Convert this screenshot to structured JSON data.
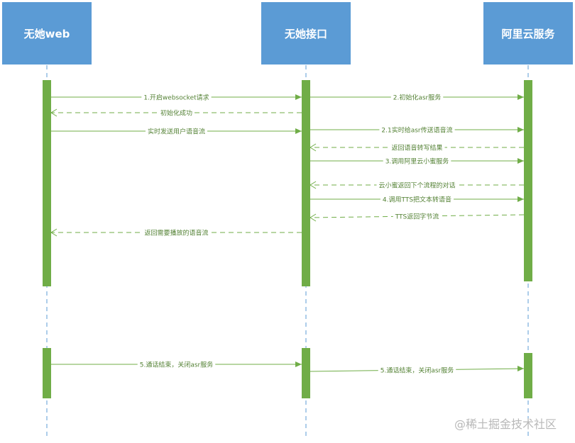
{
  "participants": [
    {
      "id": "web",
      "label": "无她web"
    },
    {
      "id": "api",
      "label": "无她接口"
    },
    {
      "id": "ali",
      "label": "阿里云服务"
    }
  ],
  "messages": [
    {
      "from": "web",
      "to": "api",
      "label": "1.开启websocket请求",
      "style": "solid"
    },
    {
      "from": "api",
      "to": "ali",
      "label": "2.初始化asr服务",
      "style": "solid"
    },
    {
      "from": "api",
      "to": "web",
      "label": "初始化成功",
      "style": "dashed"
    },
    {
      "from": "web",
      "to": "api",
      "label": "实时发送用户语音流",
      "style": "solid"
    },
    {
      "from": "api",
      "to": "ali",
      "label": "2.1实时给asr传送语音流",
      "style": "solid"
    },
    {
      "from": "ali",
      "to": "api",
      "label": "返回语音转写结果",
      "style": "dashed"
    },
    {
      "from": "api",
      "to": "ali",
      "label": "3.调用阿里云小蜜服务",
      "style": "solid"
    },
    {
      "from": "ali",
      "to": "api",
      "label": "云小蜜返回下个流程的对话",
      "style": "dashed"
    },
    {
      "from": "api",
      "to": "ali",
      "label": "4.调用TTS把文本转语音",
      "style": "solid"
    },
    {
      "from": "ali",
      "to": "api",
      "label": "TTS返回字节流",
      "style": "dashed"
    },
    {
      "from": "api",
      "to": "web",
      "label": "返回需要播放的语音流",
      "style": "dashed"
    },
    {
      "from": "web",
      "to": "api",
      "label": "5.通话结束，关闭asr服务",
      "style": "solid"
    },
    {
      "from": "api",
      "to": "ali",
      "label": "5.通话结束，关闭asr服务",
      "style": "solid"
    }
  ],
  "watermark": "@稀土掘金技术社区",
  "colors": {
    "header_fill": "#5b9bd5",
    "header_text": "#ffffff",
    "activation": "#70ad47",
    "arrow": "#70ad47",
    "lifeline": "#5b9bd5",
    "label_text": "#548235"
  }
}
